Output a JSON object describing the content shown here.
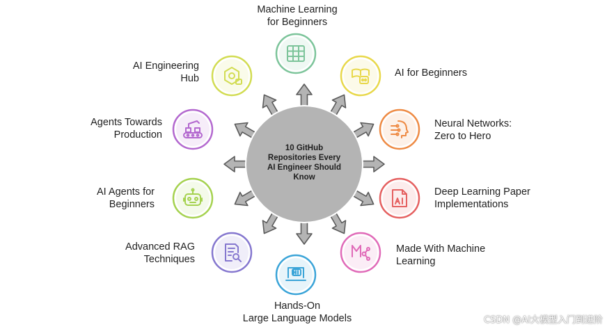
{
  "hub": {
    "lines": [
      "10 GitHub",
      "Repositories Every",
      "AI Engineer Should",
      "Know"
    ]
  },
  "nodes": [
    {
      "lines": [
        "Machine Learning",
        "for Beginners"
      ],
      "color": "#7cc49a",
      "icon": "grid-table-icon"
    },
    {
      "lines": [
        "AI for Beginners"
      ],
      "color": "#e8d84a",
      "icon": "book-robot-icon"
    },
    {
      "lines": [
        "Neural Networks:",
        "Zero to Hero"
      ],
      "color": "#ee8a43",
      "icon": "brain-head-icon"
    },
    {
      "lines": [
        "Deep Learning Paper",
        "Implementations"
      ],
      "color": "#e56060",
      "icon": "ai-document-icon"
    },
    {
      "lines": [
        "Made With Machine",
        "Learning"
      ],
      "color": "#e06ab8",
      "icon": "ml-network-icon"
    },
    {
      "lines": [
        "Hands-On",
        "Large Language Models"
      ],
      "color": "#3aa4d8",
      "icon": "laptop-chat-icon"
    },
    {
      "lines": [
        "Advanced RAG",
        "Techniques"
      ],
      "color": "#8577cf",
      "icon": "document-search-icon"
    },
    {
      "lines": [
        "AI Agents for",
        "Beginners"
      ],
      "color": "#a5d24f",
      "icon": "robot-icon"
    },
    {
      "lines": [
        "Agents Towards",
        "Production"
      ],
      "color": "#b368cf",
      "icon": "robot-arm-conveyor-icon"
    },
    {
      "lines": [
        "AI Engineering",
        "Hub"
      ],
      "color": "#d2dc52",
      "icon": "hexagon-gear-icon"
    }
  ],
  "watermark": "CSDN @AI大模型入门到进阶"
}
